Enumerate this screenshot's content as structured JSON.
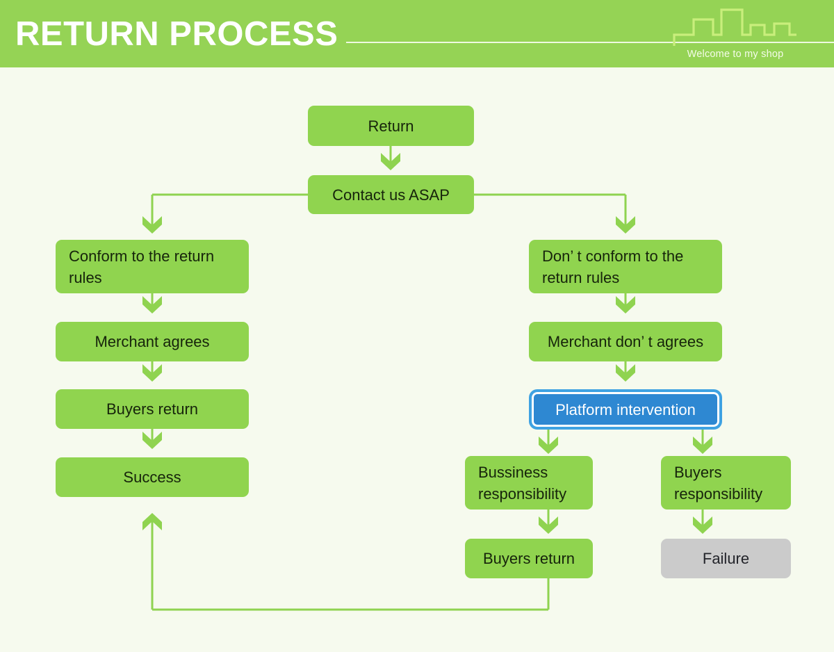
{
  "header": {
    "title": "RETURN PROCESS",
    "tagline": "Welcome to my shop",
    "bar_color": "#95D355",
    "title_color": "#FFFFFF",
    "rule_color": "#F2FBE8",
    "skyline_icon": "city-skyline-outline"
  },
  "page": {
    "background_color": "#F6FAEE",
    "node_color": "#90D44F",
    "node_text_color": "#16240B",
    "highlight_fill": "#2E88D2",
    "highlight_border": "#3FA2E2",
    "highlight_text_color": "#FFFFFF",
    "failure_color": "#CBCBCB",
    "connector_color": "#8FD350"
  },
  "chart_data": {
    "type": "diagram",
    "title": "RETURN PROCESS",
    "nodes": [
      {
        "id": "return",
        "label": "Return",
        "style": "green",
        "align": "center"
      },
      {
        "id": "contact",
        "label": "Contact us ASAP",
        "style": "green",
        "align": "center"
      },
      {
        "id": "conform",
        "label": "Conform to the return rules",
        "style": "green",
        "align": "left"
      },
      {
        "id": "merchant-agrees",
        "label": "Merchant agrees",
        "style": "green",
        "align": "center"
      },
      {
        "id": "buyers-return-left",
        "label": "Buyers return",
        "style": "green",
        "align": "center"
      },
      {
        "id": "success",
        "label": "Success",
        "style": "green",
        "align": "center"
      },
      {
        "id": "not-conform",
        "label": "Don’  t conform to the return rules",
        "style": "green",
        "align": "left"
      },
      {
        "id": "merchant-disagrees",
        "label": "Merchant don’  t agrees",
        "style": "green",
        "align": "center"
      },
      {
        "id": "platform",
        "label": "Platform intervention",
        "style": "blue",
        "align": "center"
      },
      {
        "id": "business-resp",
        "label": "Bussiness responsibility",
        "style": "green",
        "align": "left"
      },
      {
        "id": "buyers-return-right",
        "label": "Buyers return",
        "style": "green",
        "align": "center"
      },
      {
        "id": "buyers-resp",
        "label": "Buyers responsibility",
        "style": "green",
        "align": "left"
      },
      {
        "id": "failure",
        "label": "Failure",
        "style": "gray",
        "align": "center"
      }
    ],
    "edges": [
      {
        "from": "return",
        "to": "contact"
      },
      {
        "from": "contact",
        "to": "conform"
      },
      {
        "from": "contact",
        "to": "not-conform"
      },
      {
        "from": "conform",
        "to": "merchant-agrees"
      },
      {
        "from": "merchant-agrees",
        "to": "buyers-return-left"
      },
      {
        "from": "buyers-return-left",
        "to": "success"
      },
      {
        "from": "not-conform",
        "to": "merchant-disagrees"
      },
      {
        "from": "merchant-disagrees",
        "to": "platform"
      },
      {
        "from": "platform",
        "to": "business-resp"
      },
      {
        "from": "platform",
        "to": "buyers-resp"
      },
      {
        "from": "business-resp",
        "to": "buyers-return-right"
      },
      {
        "from": "buyers-resp",
        "to": "failure"
      },
      {
        "from": "buyers-return-right",
        "to": "success"
      }
    ]
  }
}
